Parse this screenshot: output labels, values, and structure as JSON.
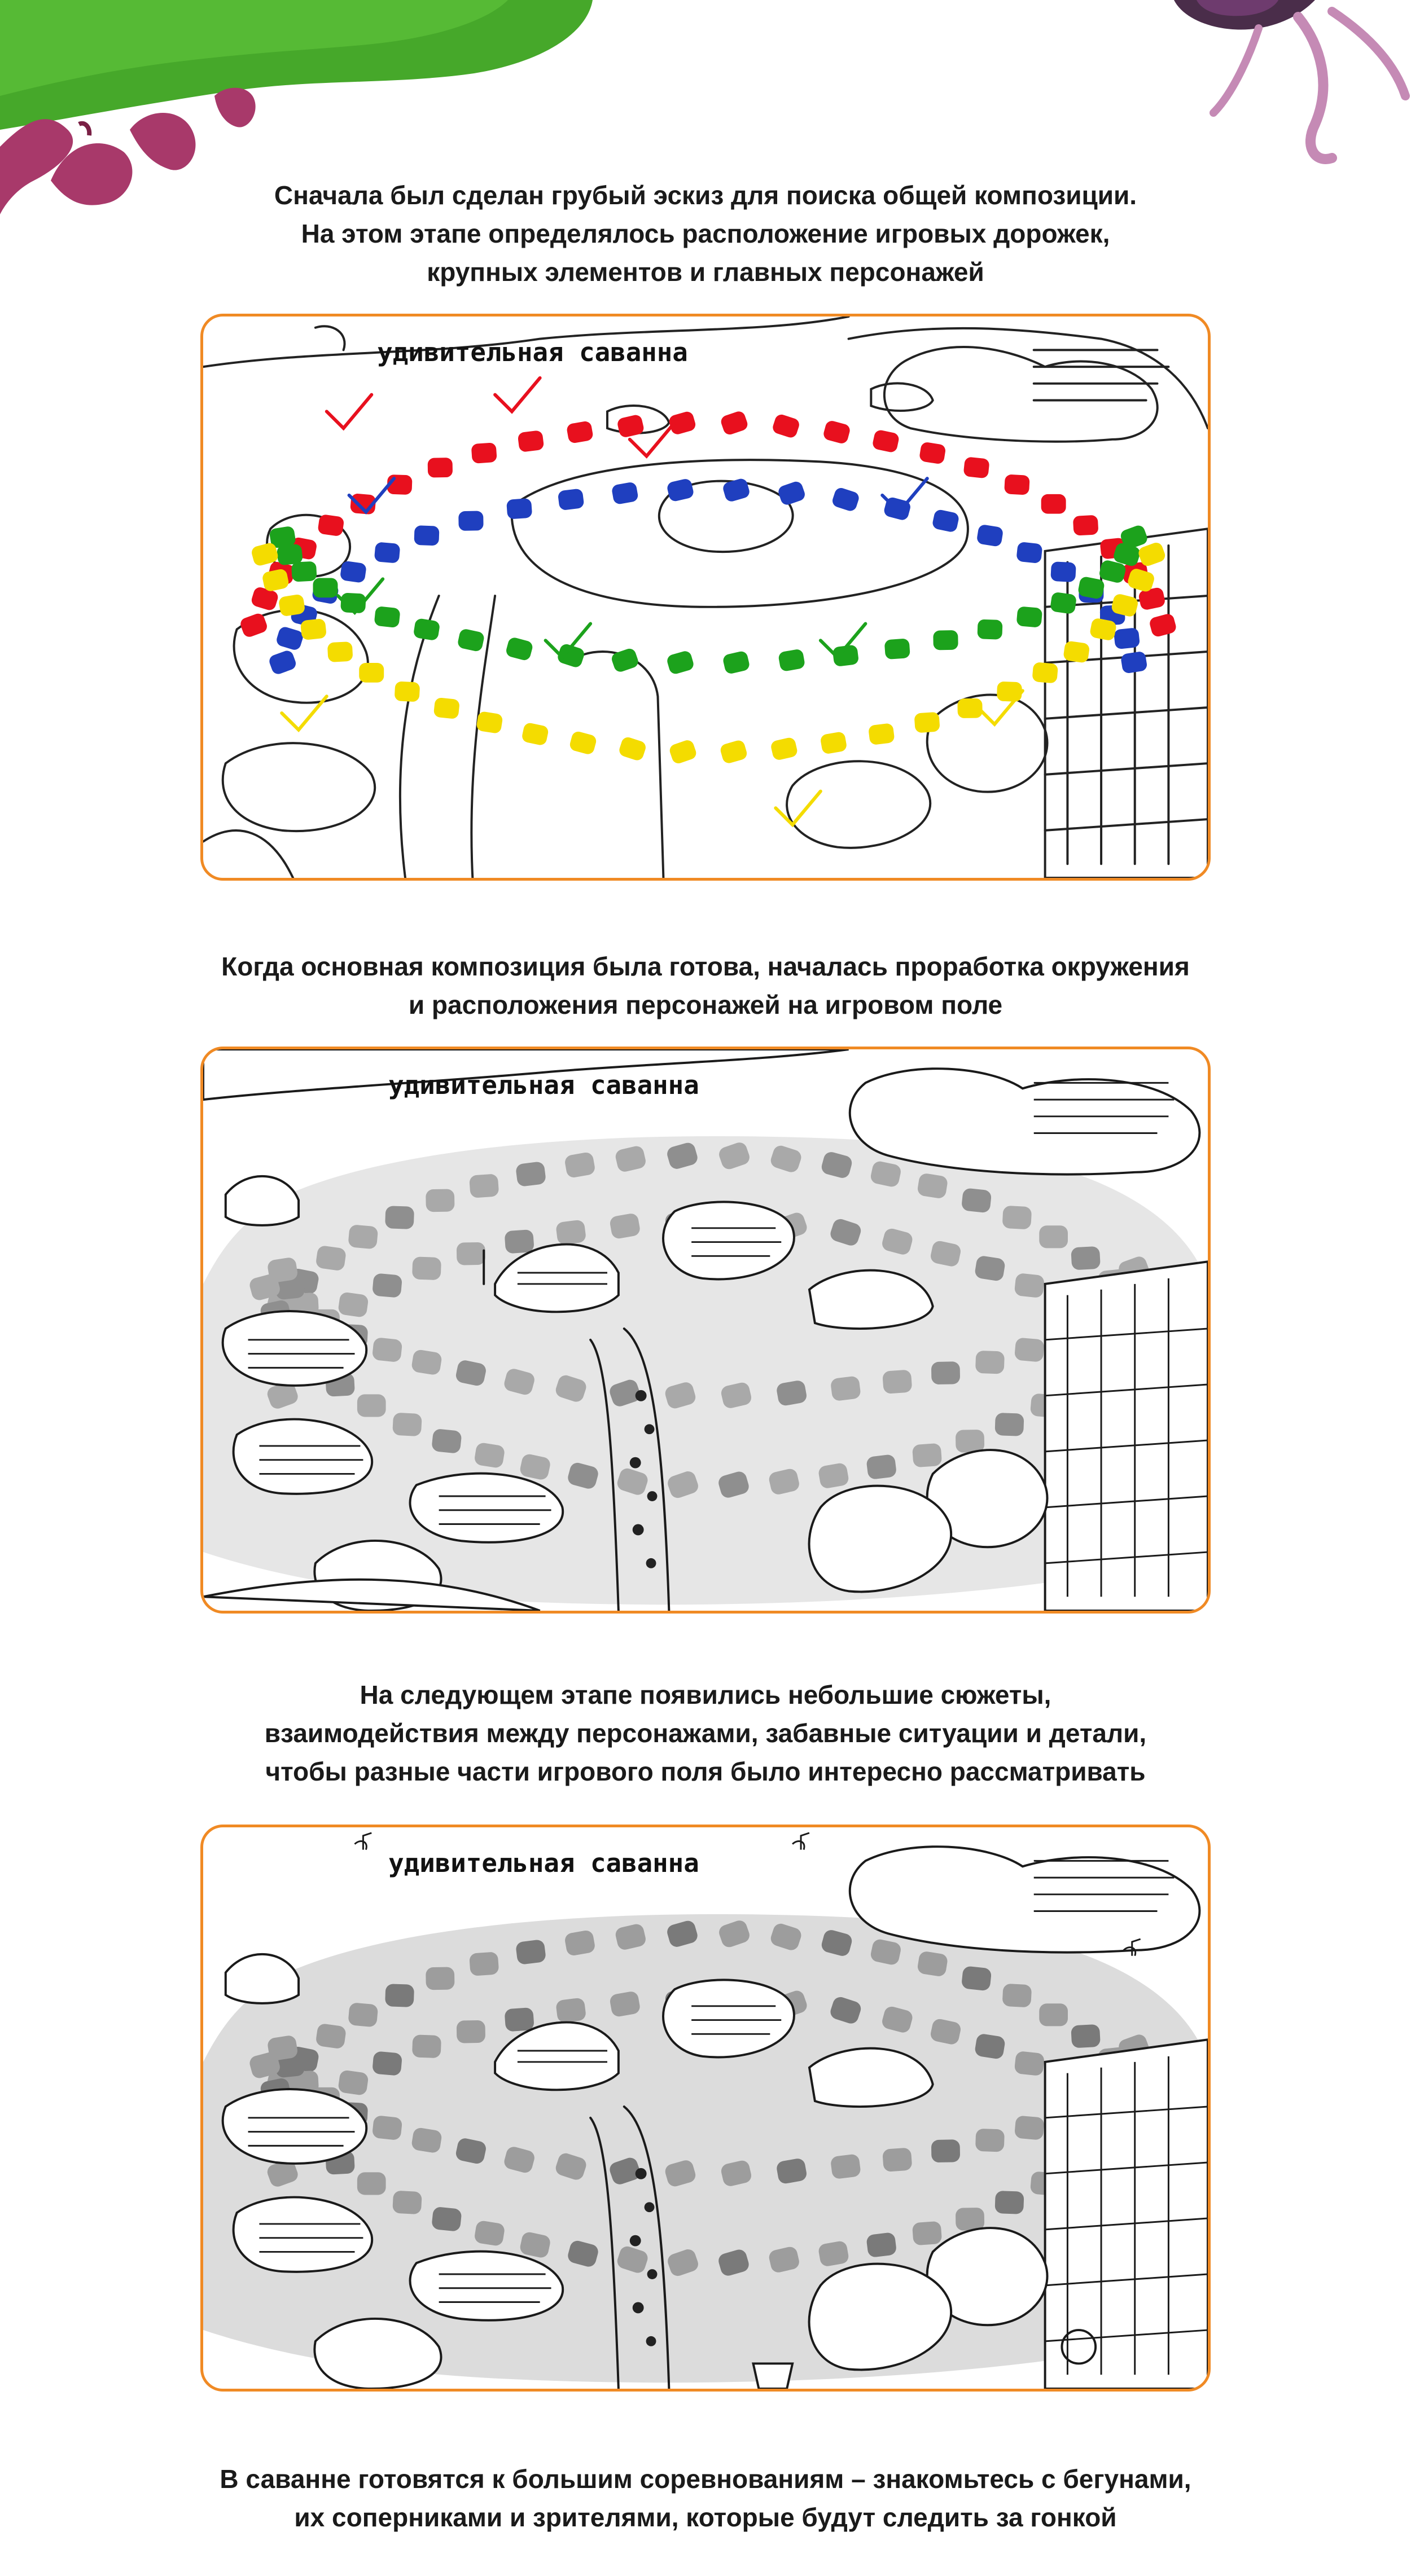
{
  "captions": [
    {
      "lines": [
        "Сначала был сделан грубый эскиз для поиска общей композиции.",
        "На этом этапе определялось расположение игровых дорожек,",
        "крупных элементов и главных персонажей"
      ]
    },
    {
      "lines": [
        "Когда основная композиция была готова, началась проработка окружения",
        "и расположения персонажей на игровом поле"
      ]
    },
    {
      "lines": [
        "На следующем этапе появились небольшие сюжеты,",
        "взаимодействия между персонажами, забавные ситуации и детали,",
        "чтобы разные части игрового поля было интересно рассматривать"
      ]
    },
    {
      "lines": [
        "В саванне готовятся к большим соревнованиям – знакомьтесь с бегунами,",
        "их соперниками и зрителями, которые будут следить за гонкой"
      ]
    }
  ],
  "board_title": "удивительная саванна",
  "colors": {
    "frame_border": "#f08a24",
    "track_red": "#e8101e",
    "track_blue": "#1f3fbf",
    "track_green": "#1ca21c",
    "track_yellow": "#f4dc00",
    "track_gray": "#a9a9a9",
    "deco_green": "#46a82a",
    "deco_purple": "#a8396a"
  }
}
